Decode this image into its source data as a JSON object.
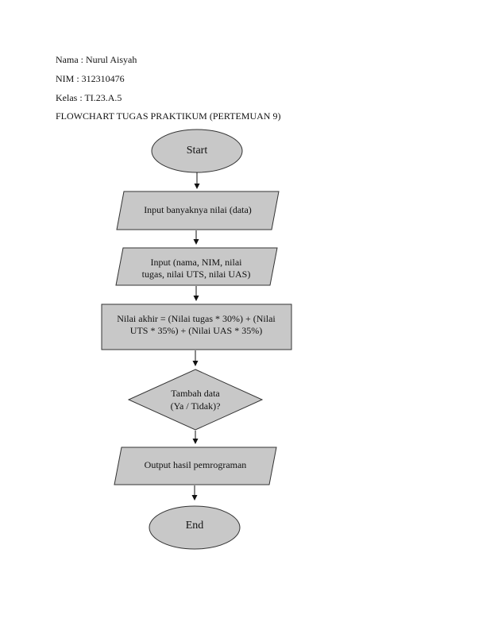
{
  "header": {
    "nama": "Nama : Nurul Aisyah",
    "nim": "NIM : 312310476",
    "kelas": "Kelas : TI.23.A.5",
    "title": "FLOWCHART TUGAS PRAKTIKUM (PERTEMUAN 9)"
  },
  "flowchart": {
    "start": "Start",
    "input_count": "Input banyaknya nilai (data)",
    "input_data": [
      "Input (nama, NIM, nilai",
      "tugas, nilai UTS, nilai UAS)"
    ],
    "process": [
      "Nilai akhir = (Nilai tugas * 30%) + (Nilai",
      "UTS * 35%) + (Nilai UAS * 35%)"
    ],
    "decision": [
      "Tambah data",
      "(Ya / Tidak)?"
    ],
    "output": "Output hasil pemrograman",
    "end": "End"
  },
  "colors": {
    "shape_fill": "#c8c8c8",
    "shape_stroke": "#333333",
    "text": "#111111"
  }
}
